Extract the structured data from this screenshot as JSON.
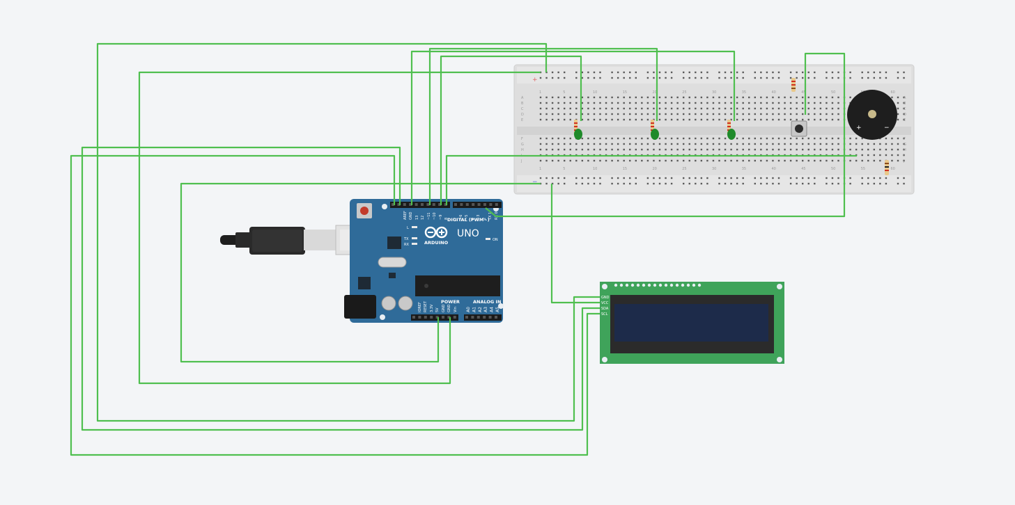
{
  "arduino": {
    "brand": "ARDUINO",
    "model": "UNO",
    "digital_header": "DIGITAL (PWM~)",
    "power_header": "POWER",
    "analog_header": "ANALOG IN",
    "on_label": "ON",
    "led_l": "L",
    "led_tx": "TX",
    "led_rx": "RX",
    "digital_pins": [
      "AREF",
      "GND",
      "13",
      "12",
      "~11",
      "~10",
      "~9",
      "8",
      "7",
      "~6",
      "~5",
      "4",
      "~3",
      "2",
      "TX 1",
      "RX 0"
    ],
    "power_pins": [
      "IOREF",
      "RESET",
      "3.3V",
      "5V",
      "GND",
      "GND",
      "Vin"
    ],
    "analog_pins": [
      "A0",
      "A1",
      "A2",
      "A3",
      "A4",
      "A5"
    ]
  },
  "lcd": {
    "pins": [
      "GND",
      "VCC",
      "SDA",
      "SCL"
    ]
  },
  "breadboard": {
    "column_numbers": [
      "1",
      "5",
      "10",
      "15",
      "20",
      "25",
      "30",
      "35",
      "40",
      "45",
      "50",
      "55",
      "60"
    ],
    "row_letters_top": [
      "A",
      "B",
      "C",
      "D",
      "E"
    ],
    "row_letters_bottom": [
      "F",
      "G",
      "H",
      "I",
      "J"
    ],
    "rail_plus": "+",
    "rail_minus": "−"
  },
  "buzzer": {
    "plus": "+",
    "minus": "−"
  },
  "colors": {
    "background": "#f3f5f7",
    "wire": "#4fbf4f",
    "arduino_board": "#2f6b99",
    "lcd_board": "#3fa35a",
    "lcd_screen": "#1d2b4a",
    "breadboard": "#e0e0e0",
    "led": "#1f8a2a"
  }
}
